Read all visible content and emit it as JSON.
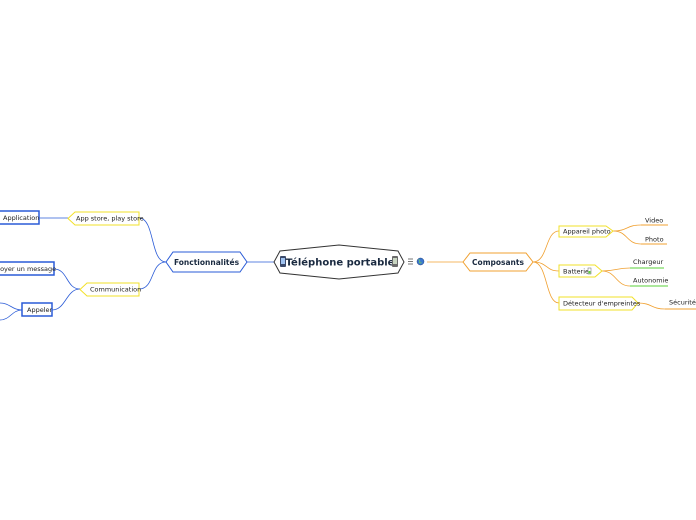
{
  "central": {
    "title": "Téléphone portable"
  },
  "left_branch": {
    "label": "Fonctionnalités",
    "children": [
      {
        "label": "App store, play store",
        "children": [
          {
            "label": "Application"
          }
        ]
      },
      {
        "label": "Communication",
        "children": [
          {
            "label": "Envoyer un message"
          },
          {
            "label": "Appeler"
          }
        ]
      }
    ]
  },
  "right_branch": {
    "label": "Composants",
    "children": [
      {
        "label": "Appareil photo",
        "children": [
          {
            "label": "Video"
          },
          {
            "label": "Photo"
          }
        ]
      },
      {
        "label": "Batterie",
        "children": [
          {
            "label": "Chargeur"
          },
          {
            "label": "Autonomie"
          }
        ]
      },
      {
        "label": "Détecteur d'empreintes",
        "children": [
          {
            "label": "Sécurité"
          }
        ]
      }
    ]
  },
  "colors": {
    "blue": "#2a5bd7",
    "yellow": "#f2e02a",
    "orange": "#f0a030",
    "green": "#5ad13a",
    "dark": "#333333"
  },
  "icons": [
    "phone-icon",
    "notes-icon",
    "globe-icon",
    "battery-icon"
  ]
}
